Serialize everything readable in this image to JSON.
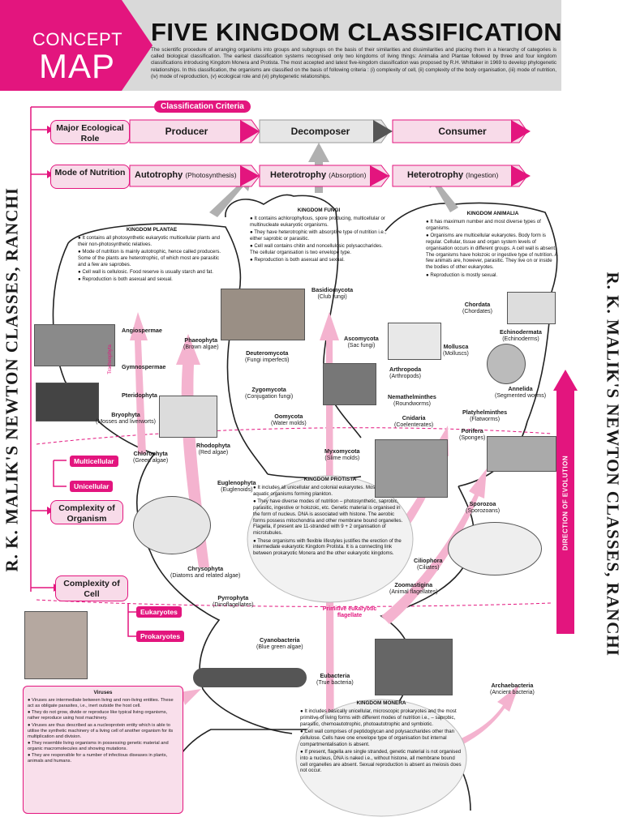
{
  "header": {
    "concept_word": "CONCEPT",
    "map_word": "MAP",
    "title": "FIVE KINGDOM CLASSIFICATION",
    "intro": "The scientific procedure of arranging organisms into groups and subgroups on the basis of their similarities and dissimilarities and placing them in a hierarchy of categories is called biological classification. The earliest classification systems recognised only two kingdoms of living things: Animalia and Plantae followed by three and four kingdom classifications introducing Kingdom Monera and Protista. The most accepted and latest five-kingdom classification was proposed by R.H. Whittaker in 1969 to develop phylogenetic relationships. In this classification, the organisms are classified on the basis of following criteria : (i) complexity of cell, (ii) complexity of the body organisation, (iii) mode of nutrition, (iv) mode of reproduction, (v) ecological role and (vi) phylogenetic relationships."
  },
  "side_text": "R. K. MALIK'S NEWTON CLASSES, RANCHI",
  "direction_label": "DIRECTION OF EVOLUTION",
  "criteria": {
    "title": "Classification Criteria",
    "ecological_role": "Major Ecological Role",
    "mode_of_nutrition": "Mode of Nutrition",
    "complexity_organism": "Complexity of Organism",
    "complexity_cell": "Complexity of Cell",
    "multicellular": "Multicellular",
    "unicellular": "Unicellular",
    "eukaryotes": "Eukaryotes",
    "prokaryotes": "Prokaryotes"
  },
  "roles": {
    "producer": "Producer",
    "decomposer": "Decomposer",
    "consumer": "Consumer"
  },
  "nutrition": {
    "auto": "Autotrophy",
    "auto_sub": "(Photosynthesis)",
    "hetero1": "Heterotrophy",
    "hetero1_sub": "(Absorption)",
    "hetero2": "Heterotrophy",
    "hetero2_sub": "(Ingestion)"
  },
  "plantae": {
    "title": "KINGDOM PLANTAE",
    "points": [
      "It contains all photosynthetic eukaryotic multicellular plants and their non-photosynthetic relatives.",
      "Mode of nutrition is mainly autotrophic, hence called producers. Some of the plants are heterotrophic, of which most are parasitic and a few are saprobes.",
      "Cell wall is cellulosic. Food reserve is usually starch and fat.",
      "Reproduction is both asexual and sexual."
    ],
    "angiospermae": "Angiospermae",
    "gymnospermae": "Gymnospermae",
    "pteridophyta": "Pteridophyta",
    "tracheophyta": "Tracheophyta",
    "phaeophyta": "Phaeophyta",
    "phaeophyta_sub": "(Brown algae)",
    "bryophyta": "Bryophyta",
    "bryophyta_sub": "(Mosses and liverworts)",
    "rhodophyta": "Rhodophyta",
    "rhodophyta_sub": "(Red algae)",
    "chlorophyta": "Chlorophyta",
    "chlorophyta_sub": "(Green algae)"
  },
  "fungi": {
    "title": "KINGDOM FUNGI",
    "points": [
      "It contains achlorophyllous, spore producing, multicellular or multinucleate eukaryotic organisms.",
      "They have heterotrophic with absorptive type of nutrition i.e., either saprobic or parasitic.",
      "Cell wall contains chitin and noncellulosic polysaccharides. The cellular organisation is two envelope type.",
      "Reproduction is both asexual and sexual."
    ],
    "basidiomycota": "Basidiomycota",
    "basidiomycota_sub": "(Club fungi)",
    "ascomycota": "Ascomycota",
    "ascomycota_sub": "(Sac fungi)",
    "deuteromycota": "Deuteromycota",
    "deuteromycota_sub": "(Fungi imperfecti)",
    "zygomycota": "Zygomycota",
    "zygomycota_sub": "(Conjugation fungi)",
    "oomycota": "Oomycota",
    "oomycota_sub": "(Water molds)",
    "myxomycota": "Myxomycota",
    "myxomycota_sub": "(Slime molds)"
  },
  "animalia": {
    "title": "KINGDOM ANIMALIA",
    "points": [
      "It has maximum number and most diverse types of organisms.",
      "Organisms are multicellular eukaryotes. Body form is regular. Cellular, tissue and organ system levels of organisation occurs in different groups. A cell wall is absent. The organisms have holozoic or ingestive type of nutrition. A few animals are, however, parasitic. They live on or inside the bodies of other eukaryotes.",
      "Reproduction is mostly sexual."
    ],
    "chordata": "Chordata",
    "chordata_sub": "(Chordates)",
    "echinodermata": "Echinodermata",
    "echinodermata_sub": "(Echinoderms)",
    "mollusca": "Mollusca",
    "mollusca_sub": "(Molluscs)",
    "arthropoda": "Arthropoda",
    "arthropoda_sub": "(Arthropods)",
    "annelida": "Annelida",
    "annelida_sub": "(Segmented worms)",
    "nemathelminthes": "Nemathelminthes",
    "nemathelminthes_sub": "(Roundworms)",
    "platyhelminthes": "Platyhelminthes",
    "platyhelminthes_sub": "(Flatworms)",
    "cnidaria": "Cnidaria",
    "cnidaria_sub": "(Coelenterates)",
    "porifera": "Porifera",
    "porifera_sub": "(Sponges)"
  },
  "protista": {
    "title": "KINGDOM PROTISTA",
    "points": [
      "It includes all unicellular and colonial eukaryotes. Most of them are aquatic organisms forming plankton.",
      "They have diverse modes of nutrition – photosynthetic, saprobic, parasitic, ingestive or holozoic, etc. Genetic material is organised in the form of nucleus. DNA is associated with histone. The aerobic forms possess mitochondria and other membrane bound organelles. Flagella, if present are 11-stranded with 9 + 2 organisation of microtubules.",
      "These organisms with flexible lifestyles justifies the erection of the intermediate eukaryotic Kingdom Protista. It is a connecting link between prokaryotic Monera and the other eukaryotic kingdoms."
    ],
    "euglenophyta": "Euglenophyta",
    "euglenophyta_sub": "(Euglenoids)",
    "chrysophyta": "Chrysophyta",
    "chrysophyta_sub": "(Diatoms and related algae)",
    "pyrrophyta": "Pyrrophyta",
    "pyrrophyta_sub": "(Dinoflagellates)",
    "sporozoa": "Sporozoa",
    "sporozoa_sub": "(Sporozoans)",
    "ciliophora": "Ciliophora",
    "ciliophora_sub": "(Ciliates)",
    "zoomastigina": "Zoomastigina",
    "zoomastigina_sub": "(Animal flagellates)",
    "primitive": "Primitive eukaryotic flagellate"
  },
  "monera": {
    "title": "KINGDOM MONERA",
    "points": [
      "It includes basically unicellular, microscopic prokaryotes and the most primitive of living forms with different modes of nutrition i.e., – saprobic, parasitic, chemoautotrophic, photoautotrophic and symbiotic.",
      "Cell wall comprises of peptidoglycan and polysaccharides other than cellulose. Cells have one envelope type of organisation but internal compartmentalisation is absent.",
      "If present, flagella are single stranded, genetic material is not organised into a nucleus, DNA is naked i.e., without histone, all membrane bound cell organelles are absent. Sexual reproduction is absent as meiosis does not occur."
    ],
    "cyanobacteria": "Cyanobacteria",
    "cyanobacteria_sub": "(Blue green algae)",
    "eubacteria": "Eubacteria",
    "eubacteria_sub": "(True bacteria)",
    "archaebacteria": "Archaebacteria",
    "archaebacteria_sub": "(Ancient bacteria)"
  },
  "viruses": {
    "title": "Viruses",
    "points": [
      "Viruses are intermediate between living and non-living entities. These act as obligate parasites, i.e., inert outside the host cell.",
      "They do not grow, divide or reproduce like typical living organisms, rather reproduce using host machinery.",
      "Viruses are thus described as a nucleoprotein entity which is able to utilise the synthetic machinery of a living cell of another organism for its multiplication and division.",
      "They resemble living organisms in possessing genetic material and organic macromolecules and showing mutations.",
      "They are responsible for a number of infectious diseases in plants, animals and humans."
    ]
  }
}
